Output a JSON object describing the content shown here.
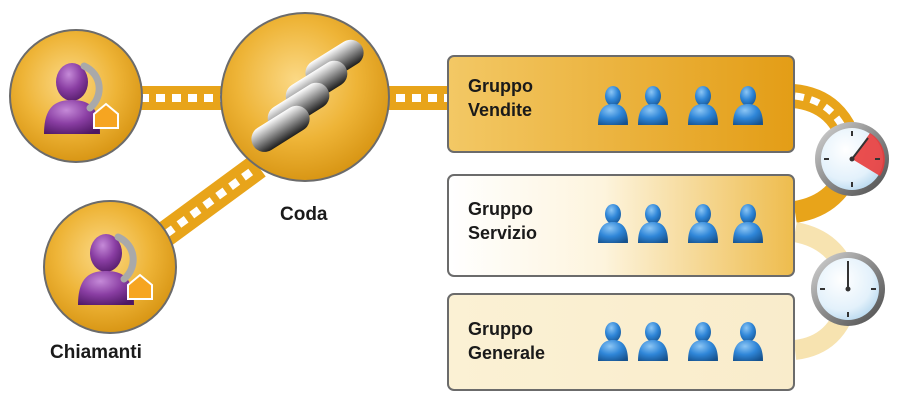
{
  "labels": {
    "queue": "Coda",
    "callers": "Chiamanti"
  },
  "groups": [
    {
      "line1": "Gruppo",
      "line2": "Vendite",
      "agents": 4,
      "state": "active"
    },
    {
      "line1": "Gruppo",
      "line2": "Servizio",
      "agents": 4,
      "state": "standby"
    },
    {
      "line1": "Gruppo",
      "line2": "Generale",
      "agents": 4,
      "state": "idle"
    }
  ],
  "timers": [
    {
      "name": "overflow-timer-1",
      "state": "expired"
    },
    {
      "name": "overflow-timer-2",
      "state": "inactive"
    }
  ],
  "colors": {
    "gold": "#e8a41a",
    "gold_light": "#f7d27c",
    "cream": "#faf0d2",
    "caller_purple": "#7b3593",
    "agent_blue": "#2a7fd4",
    "timer_red": "#e83b3b",
    "outline": "#6b6b6b"
  },
  "icons": [
    "caller-icon",
    "phone-handset-icon",
    "agent-icon",
    "timer-icon",
    "queue-handsets-icon"
  ]
}
